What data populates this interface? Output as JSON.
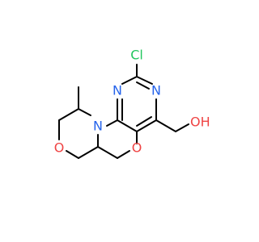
{
  "colors": {
    "background": "#ffffff",
    "bond": "#000000",
    "chlorine": "#22c55e",
    "nitrogen": "#2563eb",
    "oxygen": "#ef4444"
  },
  "atoms": {
    "chlorine": "Cl",
    "nitrogen_left": "N",
    "nitrogen_right": "N",
    "nitrogen_ring": "N",
    "oxygen_bridge": "O",
    "oxygen_morpholine": "O",
    "hydroxyl": "OH"
  }
}
